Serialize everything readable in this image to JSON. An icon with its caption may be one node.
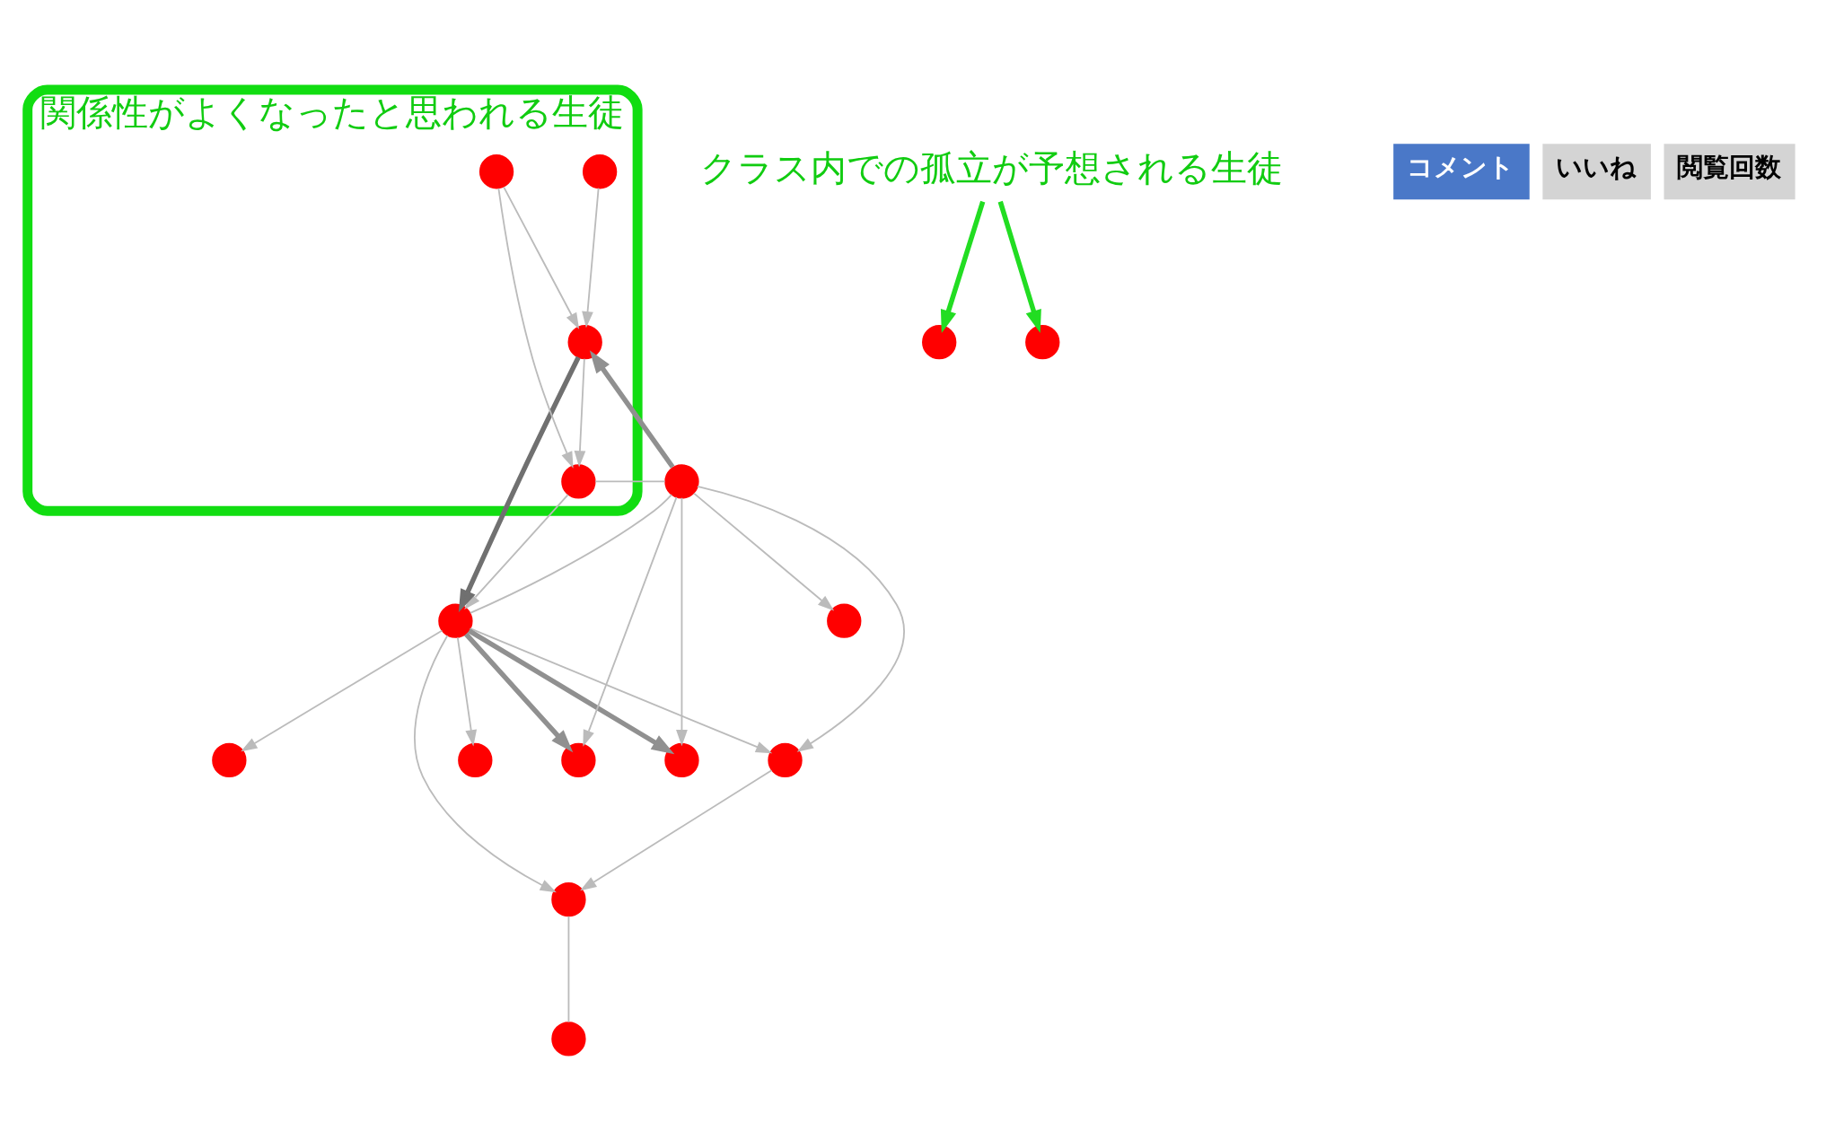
{
  "diagram": {
    "nodes": [
      {
        "text": [
          "関係性がよくなったと思われる生徒"
        ]
      },
      {
        "text": [],
        "shape": "circle"
      },
      {
        "text": [],
        "shape": "circle"
      },
      {
        "text": [],
        "shape": "circle"
      },
      {
        "text": [],
        "shape": "circle"
      },
      {
        "text": [],
        "shape": "circle"
      },
      {
        "text": [],
        "shape": "circle"
      },
      {
        "text": [],
        "shape": "circle"
      },
      {
        "text": [],
        "shape": "circle",
        "in": 0
      },
      {
        "text": [],
        "shape": "circle"
      },
      {
        "text": [],
        "shape": "circle",
        "in": 0
      },
      {
        "text": [],
        "shape": "circle"
      },
      {
        "text": [],
        "shape": "circle",
        "in": 0
      },
      {
        "text": [],
        "shape": "circle"
      },
      {
        "text": [],
        "shape": "circle",
        "in": 0
      },
      {
        "text": [],
        "shape": "circle"
      },
      {
        "text": [],
        "shape": "circle"
      },
      {
        "text": [
          "クラス内での孤立が予想される生徒"
        ]
      }
    ],
    "edges": [
      {
        "from": 1,
        "to": 2,
        "arrow": "to"
      },
      {
        "from": 2,
        "to": 3,
        "arrow": "none"
      },
      {
        "from": 6,
        "to": 1,
        "arrow": "to"
      },
      {
        "from": 5,
        "to": 1,
        "arrow": "to"
      },
      {
        "from": 5,
        "to": 2,
        "arrow": "to"
      },
      {
        "from": 5,
        "to": 4,
        "arrow": "to",
        "style": "thick"
      },
      {
        "from": 6,
        "to": 4,
        "arrow": "to"
      },
      {
        "from": 6,
        "to": 10,
        "arrow": "to",
        "style": "thick"
      },
      {
        "from": 10,
        "to": 5,
        "arrow": "to",
        "style": "thick",
        "color": "#707070"
      },
      {
        "from": 8,
        "to": 5,
        "arrow": "to"
      },
      {
        "from": 8,
        "to": 6,
        "arrow": "none"
      },
      {
        "from": 6,
        "to": 5,
        "arrow": "none"
      },
      {
        "from": 5,
        "to": 7,
        "arrow": "to"
      },
      {
        "from": 5,
        "to": 9,
        "arrow": "to",
        "style": "thick"
      },
      {
        "from": 6,
        "to": 9,
        "arrow": "to"
      },
      {
        "from": 5,
        "to": 11,
        "arrow": "to"
      },
      {
        "from": 6,
        "to": 13,
        "arrow": "to"
      },
      {
        "from": 10,
        "to": 8,
        "arrow": "to"
      },
      {
        "from": 14,
        "to": 8,
        "arrow": "to"
      },
      {
        "from": 12,
        "to": 10,
        "arrow": "to"
      },
      {
        "from": 14,
        "to": 10,
        "arrow": "to"
      },
      {
        "from": 17,
        "to": 15,
        "arrow": "to",
        "style": "thick",
        "color": "#22dd22"
      },
      {
        "from": 17,
        "to": 16,
        "arrow": "to",
        "style": "thick",
        "color": "#22dd22"
      }
    ],
    "labels": [
      "コメント",
      "いいね",
      "閲覧回数"
    ]
  }
}
